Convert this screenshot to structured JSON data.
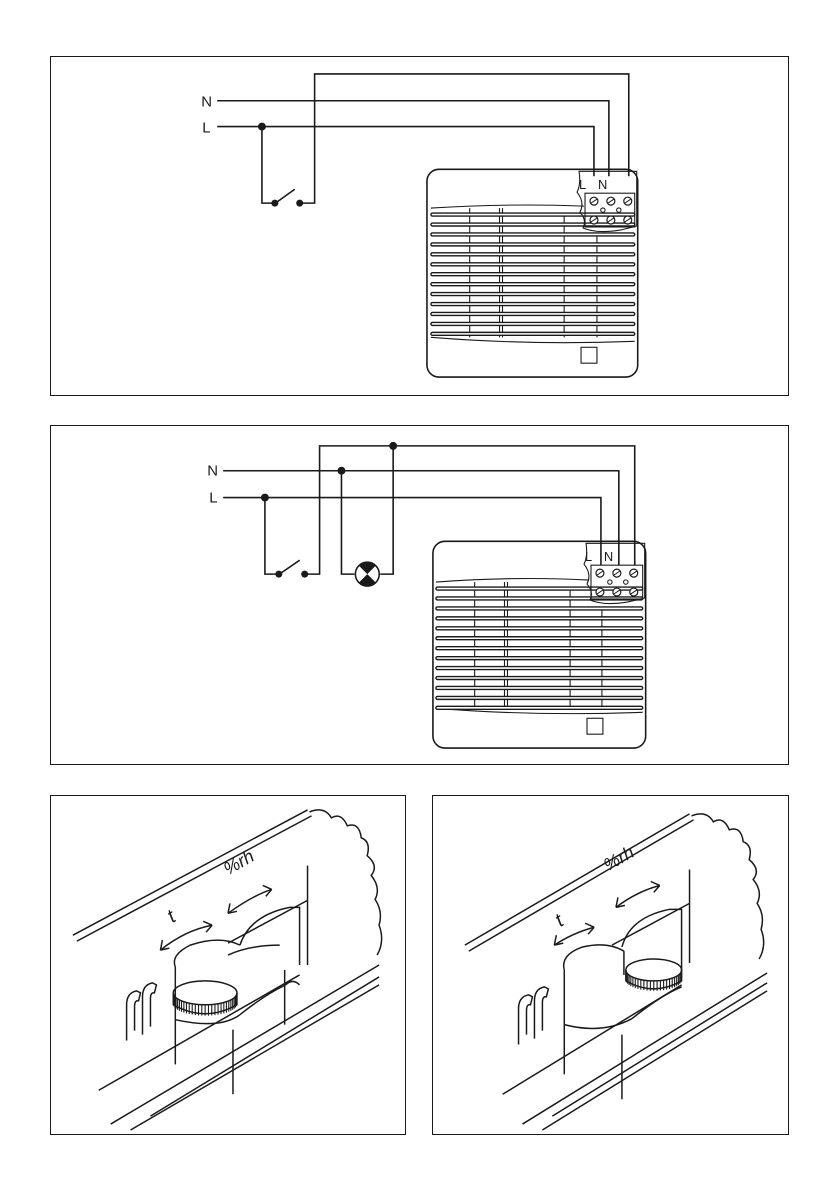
{
  "diagram_1": {
    "line_labels": {
      "neutral": "N",
      "live": "L"
    },
    "terminal_labels": {
      "live": "L",
      "neutral": "N"
    }
  },
  "diagram_2": {
    "line_labels": {
      "neutral": "N",
      "live": "L"
    },
    "terminal_labels": {
      "live": "L",
      "neutral": "N"
    }
  },
  "detail_left": {
    "knob_symbol_1": "t",
    "knob_symbol_2": "%rh"
  },
  "detail_right": {
    "knob_symbol_1": "t",
    "knob_symbol_2": "%rh"
  },
  "colors": {
    "ink": "#1a1a1a",
    "paper": "#ffffff"
  },
  "icons": [
    "switch-icon",
    "lamp-icon",
    "terminal-block-icon",
    "fan-grille-icon",
    "adjust-arrow-icon"
  ]
}
